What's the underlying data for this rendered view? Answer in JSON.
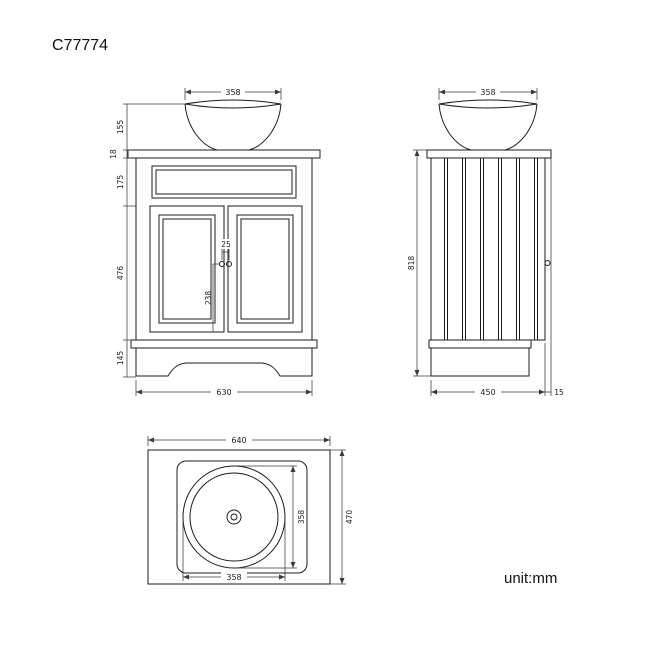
{
  "title": "C77774",
  "unit_label": "unit:mm",
  "colors": {
    "object_line": "#1c1c1c",
    "dimension_line": "#3a3a3a",
    "background": "#ffffff"
  },
  "front_view": {
    "dims": {
      "basin_width": "358",
      "basin_height": "155",
      "countertop_thickness": "18",
      "top_panel_height": "175",
      "door_section_height": "476",
      "handle_to_door_bottom": "238",
      "handle_spacing": "25",
      "plinth_height": "145",
      "cabinet_width": "630"
    }
  },
  "side_view": {
    "dims": {
      "basin_width": "358",
      "cabinet_height": "818",
      "cabinet_depth": "450",
      "counter_overhang": "15"
    }
  },
  "plan_view": {
    "dims": {
      "counter_width": "640",
      "counter_depth": "470",
      "basin_diameter_horizontal": "358",
      "basin_diameter_vertical": "358"
    }
  }
}
